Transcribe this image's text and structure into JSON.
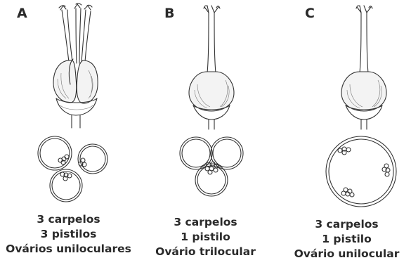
{
  "panels": [
    {
      "letter": "A",
      "caption": [
        "3 carpelos",
        "3 pistilos",
        "Ovários uniloculares"
      ]
    },
    {
      "letter": "B",
      "caption": [
        "3 carpelos",
        "1 pistilo",
        "Ovário trilocular"
      ]
    },
    {
      "letter": "C",
      "caption": [
        "3 carpelos",
        "1 pistilo",
        "Ovário unilocular"
      ]
    }
  ]
}
